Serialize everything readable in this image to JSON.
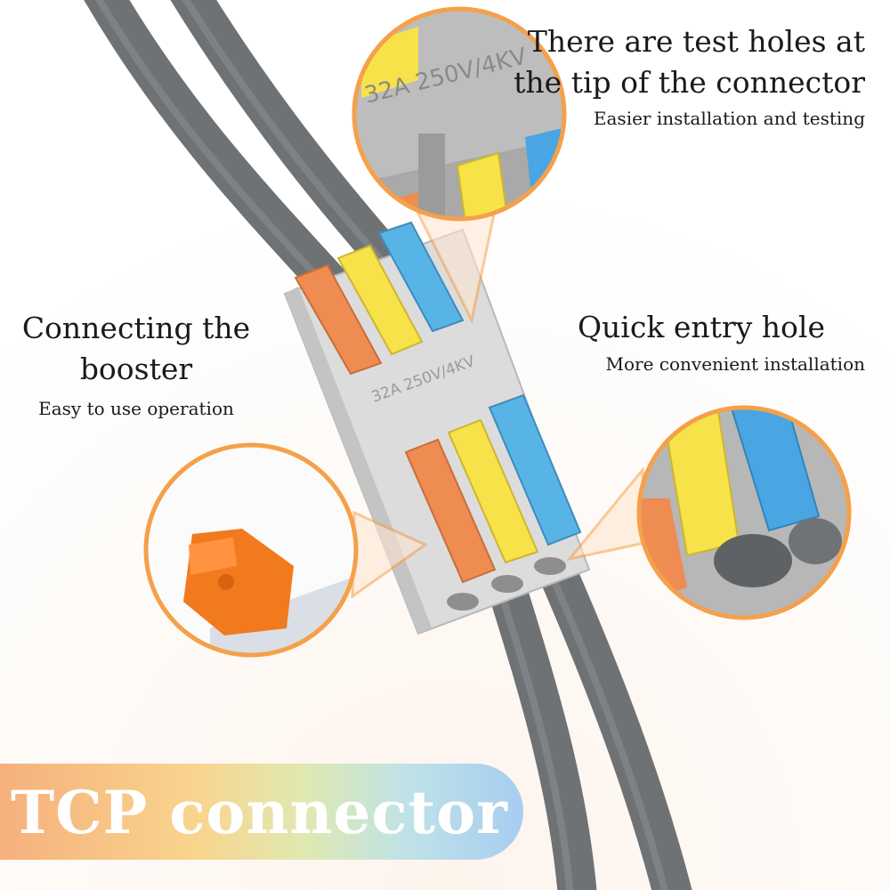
{
  "callouts": {
    "test_holes": {
      "title": "There are test holes at the tip of the connector",
      "subtitle": "Easier installation and testing"
    },
    "booster": {
      "title": "Connecting the booster",
      "subtitle": "Easy to use operation"
    },
    "entry_hole": {
      "title": "Quick entry hole",
      "subtitle": "More convenient installation"
    }
  },
  "banner": {
    "label": "TCP connector"
  },
  "product_markings": {
    "rating": "32A 250V/4KV"
  },
  "colors": {
    "accent_orange": "#f5a04a",
    "lever_orange": "#ee8c52",
    "lever_yellow": "#f7e24a",
    "lever_blue": "#58b4e6",
    "housing_gray": "#dcdcdc",
    "wire_gray": "#6f7274"
  }
}
